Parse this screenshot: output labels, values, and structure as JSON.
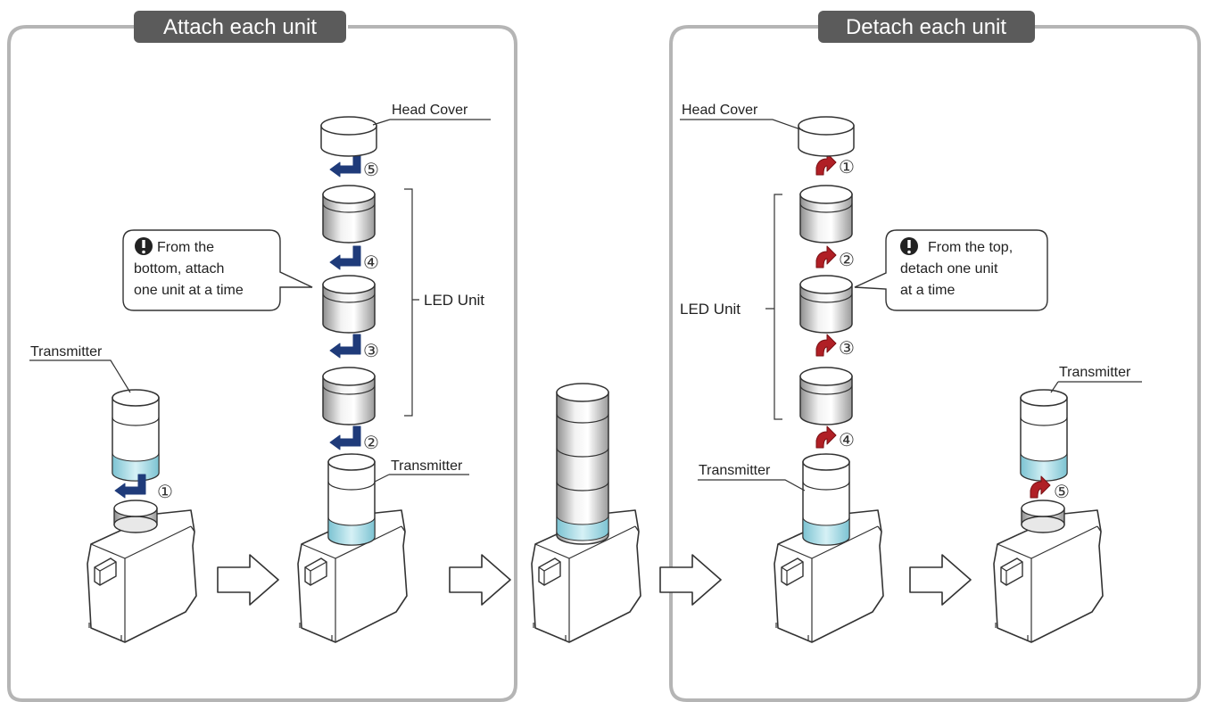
{
  "panels": {
    "attach": {
      "title": "Attach each unit",
      "callout": [
        "From the",
        "bottom, attach",
        "one unit at a time"
      ],
      "labels": {
        "transmitter_left": "Transmitter",
        "head_cover": "Head Cover",
        "led_unit": "LED Unit",
        "transmitter_mid": "Transmitter"
      },
      "steps": [
        "①",
        "②",
        "③",
        "④",
        "⑤"
      ]
    },
    "detach": {
      "title": "Detach each unit",
      "callout": [
        "From the top,",
        "detach one unit",
        "at a time"
      ],
      "labels": {
        "head_cover": "Head Cover",
        "led_unit": "LED Unit",
        "transmitter_mid": "Transmitter",
        "transmitter_right": "Transmitter"
      },
      "steps": [
        "①",
        "②",
        "③",
        "④",
        "⑤"
      ]
    }
  },
  "colors": {
    "frame": "#b5b5b5",
    "title_bg": "#5b5b5b",
    "attach_arrow": "#1f3b7a",
    "detach_arrow": "#b01f25",
    "transmitter_band": "#a8dde8"
  },
  "icons": [
    "exclamation-icon",
    "process-arrow-icon",
    "curved-arrow-icon"
  ]
}
